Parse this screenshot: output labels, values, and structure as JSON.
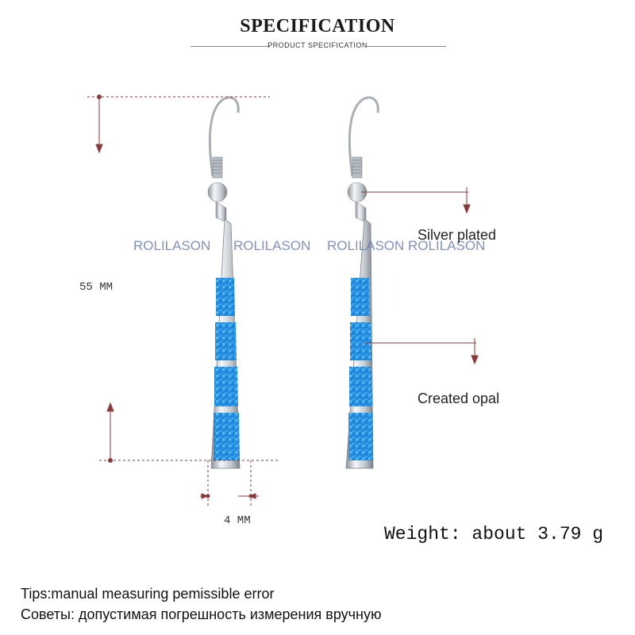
{
  "header": {
    "title": "SPECIFICATION",
    "subtitle": "PRODUCT SPECIFICATION"
  },
  "watermark": {
    "text_1": "ROLILASON",
    "text_2": "ROLILASON",
    "text_3": "ROLILASON ROLILASON"
  },
  "dimensions": {
    "length_label": "55 MM",
    "width_label": "4 MM"
  },
  "callouts": {
    "material_1": "Silver plated",
    "material_2": "Created opal"
  },
  "weight": {
    "text": "Weight: about 3.79 g"
  },
  "tips": {
    "english": "Tips:manual measuring pemissible error",
    "russian": "Советы: допустимая погрешность измерения вручную"
  },
  "colors": {
    "opal_blue": "#1e90e0",
    "silver": "#c8ccd2",
    "dimension_line": "#8b3a3a"
  }
}
